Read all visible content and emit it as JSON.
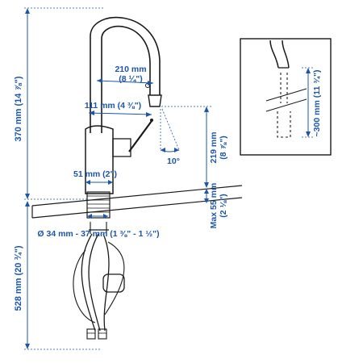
{
  "colors": {
    "dimension": "#1b56a8",
    "outline": "#1a1a1a",
    "inset_frame": "#1a1a1a"
  },
  "dimensions": {
    "total_height": "370 mm (14 ⅞\")",
    "below_counter": "528 mm (20 ¾\")",
    "spout_reach_mm": "210 mm",
    "spout_reach_in": "(8 ¼\")",
    "lever_reach": "111 mm (4 ⅜\")",
    "body_diameter": "51 mm (2\")",
    "hole_diameter": "Ø 34 mm - 37 mm (1 ⅜\" - 1 ½\")",
    "spout_height_mm": "219 mm",
    "spout_height_in": "(8 ⅞\")",
    "counter_max_mm": "Max 55 mm",
    "counter_max_in": "(2 ⅛\")",
    "pull_out": "~300 mm (11 ¾\")",
    "spout_angle": "10°"
  }
}
